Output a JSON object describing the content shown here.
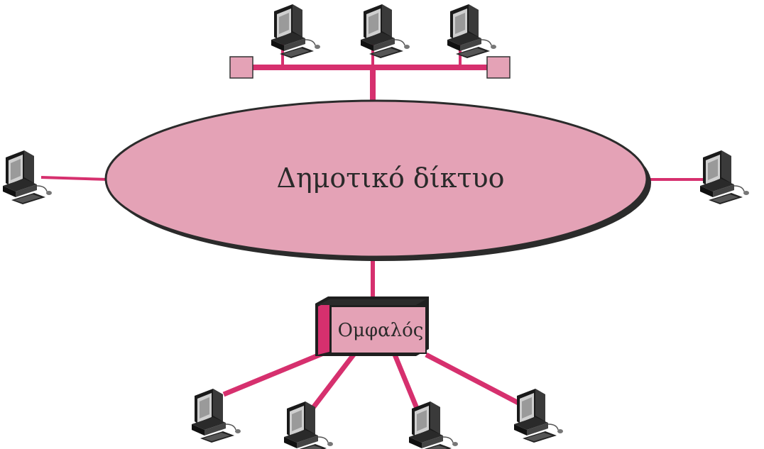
{
  "network": {
    "label": "Δημοτικό δίκτυο"
  },
  "hub": {
    "label": "Ομφαλός"
  },
  "colors": {
    "link": "#d6306e",
    "ellipse_fill": "#e4a2b6",
    "ellipse_shadow": "#2b2b2b",
    "terminator_fill": "#e4a2b6",
    "hub_front": "#e4a2b6",
    "hub_side": "#d6306e",
    "computer_dark": "#1a1a1a",
    "computer_screen": "#cfcfcf"
  },
  "icons": {
    "computer": "computer-icon",
    "terminator": "bus-terminator",
    "hub": "hub-box"
  }
}
